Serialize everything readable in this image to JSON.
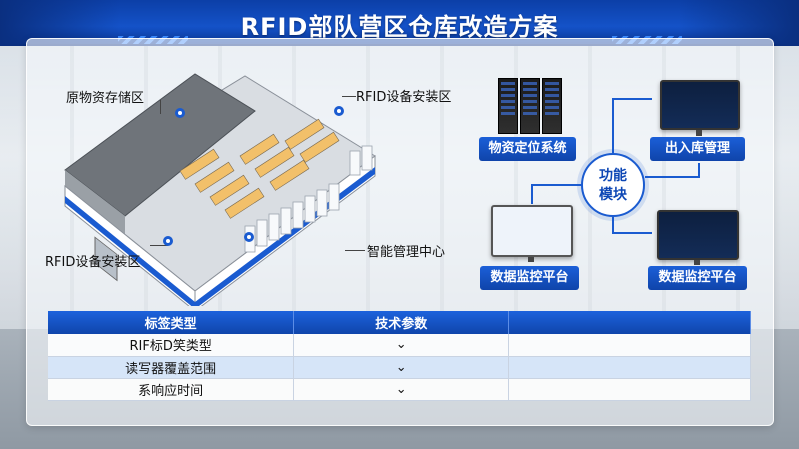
{
  "title": "RFID部队营区仓库改造方案",
  "warehouse": {
    "callouts": {
      "raw_storage": "原物资存储区",
      "rfid_top": "RFID设备安装区",
      "rfid_left": "RFID设备安装区",
      "control_center": "智能管理中心"
    }
  },
  "modules": {
    "hub_line1": "功能",
    "hub_line2": "模块",
    "positioning": "物资定位系统",
    "in_out": "出入库管理",
    "monitor_left": "数据监控平台",
    "monitor_right": "数据监控平台"
  },
  "table": {
    "headers": [
      "标签类型",
      "技术参数",
      ""
    ],
    "rows": [
      {
        "label": "RIF标D笑类型",
        "value": "⌄",
        "extra": ""
      },
      {
        "label": "读写器覆盖范围",
        "value": "⌄",
        "extra": ""
      },
      {
        "label": "系响应时间",
        "value": "⌄",
        "extra": ""
      }
    ]
  },
  "colors": {
    "accent": "#1a5bd0",
    "title_bar": "#1452c8"
  }
}
